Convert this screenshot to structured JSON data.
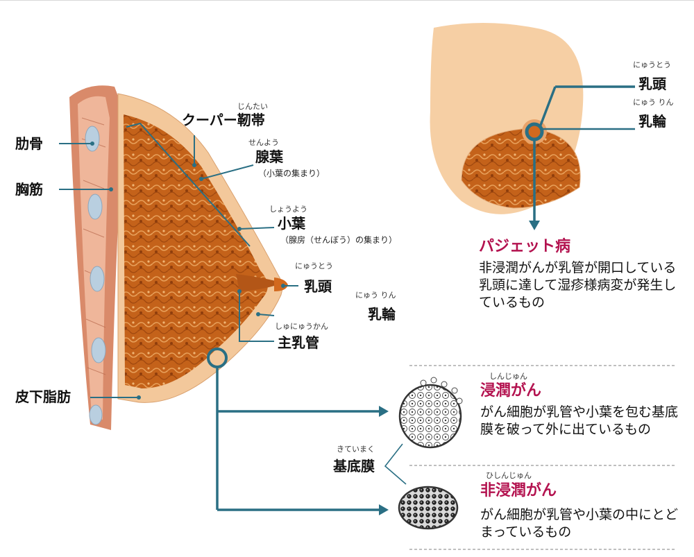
{
  "labels": {
    "rib": "肋骨",
    "pectoral": "胸筋",
    "subcutaneous_fat": "皮下脂肪",
    "cooper_ligament": {
      "ruby": "じんたい",
      "text": "クーパー靭帯"
    },
    "lobe": {
      "ruby": "せんよう",
      "text": "腺葉",
      "note": "（小葉の集まり）"
    },
    "lobule": {
      "ruby": "しょうよう",
      "text": "小葉",
      "note": "（腺房（せんぼう）の集まり）"
    },
    "nipple": {
      "ruby": "にゅうとう",
      "text": "乳頭"
    },
    "areola": {
      "ruby": "にゅう りん",
      "text": "乳輪"
    },
    "main_duct": {
      "ruby": "しゅにゅうかん",
      "text": "主乳管"
    },
    "nipple_top": {
      "ruby": "にゅうとう",
      "text": "乳頭"
    },
    "areola_top": {
      "ruby": "にゅう りん",
      "text": "乳輪"
    },
    "basement_membrane": {
      "ruby": "きていまく",
      "text": "基底膜"
    }
  },
  "paget": {
    "title": "パジェット病",
    "description": "非浸潤がんが乳管が開口している乳頭に達して湿疹様病変が発生しているもの"
  },
  "invasive": {
    "ruby": "しんじゅん",
    "title": "浸潤がん",
    "description": "がん細胞が乳管や小葉を包む基底膜を破って外に出ているもの"
  },
  "noninvasive": {
    "ruby": "ひしんじゅん",
    "title": "非浸潤がん",
    "description": "がん細胞が乳管や小葉の中にとどまっているもの"
  },
  "colors": {
    "arrow": "#2a6f84",
    "title_red": "#b3124f",
    "tissue": "#c96a1c",
    "skin": "#f3c89b"
  }
}
